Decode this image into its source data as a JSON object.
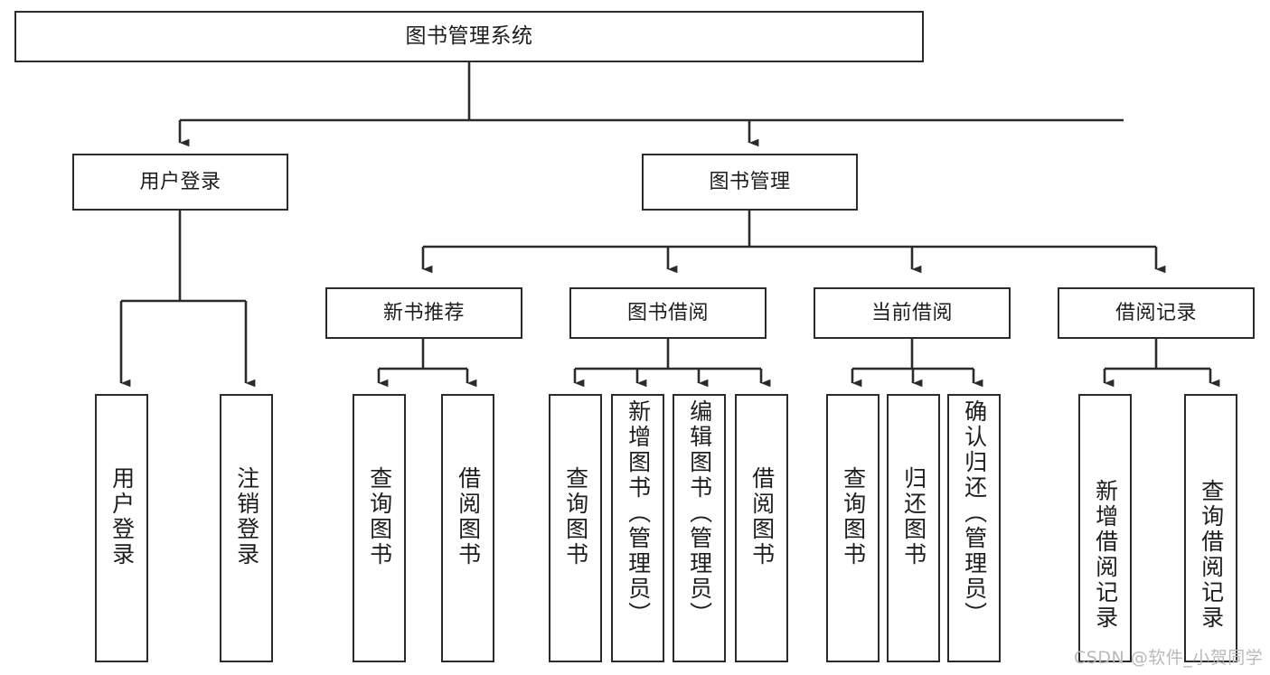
{
  "diagram": {
    "title": "图书管理系统",
    "watermark": "CSDN @软件_小贺同学",
    "colors": {
      "stroke": "#2b2b2b",
      "fill": "#ffffff",
      "text": "#1d1d1d",
      "watermark": "#b9b9b9"
    }
  },
  "nodes": {
    "root": {
      "label": "图书管理系统"
    },
    "level2": [
      {
        "label": "用户登录"
      },
      {
        "label": "图书管理"
      }
    ],
    "level3": [
      {
        "label": "新书推荐"
      },
      {
        "label": "图书借阅"
      },
      {
        "label": "当前借阅"
      },
      {
        "label": "借阅记录"
      }
    ],
    "leaves": {
      "user_login": [
        {
          "label": "用户登录"
        },
        {
          "label": "注销登录"
        }
      ],
      "new_book": [
        {
          "label": "查询图书"
        },
        {
          "label": "借阅图书"
        }
      ],
      "book_borrow": [
        {
          "label": "查询图书"
        },
        {
          "label": "新增图书（管理员）"
        },
        {
          "label": "编辑图书（管理员）"
        },
        {
          "label": "借阅图书"
        }
      ],
      "current_borrow": [
        {
          "label": "查询图书"
        },
        {
          "label": "归还图书"
        },
        {
          "label": "确认归还（管理员）"
        }
      ],
      "borrow_record": [
        {
          "label": "新增借阅记录"
        },
        {
          "label": "查询借阅记录"
        }
      ]
    }
  }
}
